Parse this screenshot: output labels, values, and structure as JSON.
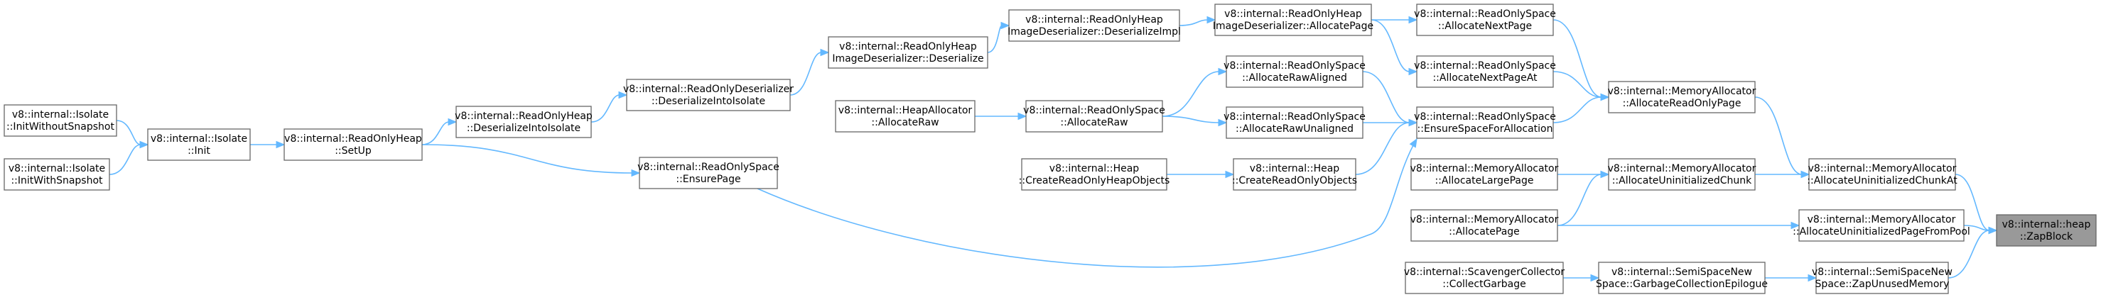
{
  "diagram": {
    "background_color": "#ffffff",
    "node_fill": "#ffffff",
    "focus_fill": "#999999",
    "edge_color": "#63b8ff",
    "nodes": [
      {
        "id": "zap",
        "focus": true,
        "lines": [
          "v8::internal::heap",
          "::ZapBlock"
        ]
      },
      {
        "id": "allocChunkAt",
        "lines": [
          "v8::internal::MemoryAllocator",
          "::AllocateUninitializedChunkAt"
        ]
      },
      {
        "id": "allocFromPool",
        "lines": [
          "v8::internal::MemoryAllocator",
          "::AllocateUninitializedPageFromPool"
        ]
      },
      {
        "id": "zapUnused",
        "lines": [
          "v8::internal::SemiSpaceNew",
          "Space::ZapUnusedMemory"
        ]
      },
      {
        "id": "allocROPage",
        "lines": [
          "v8::internal::MemoryAllocator",
          "::AllocateReadOnlyPage"
        ]
      },
      {
        "id": "allocChunk",
        "lines": [
          "v8::internal::MemoryAllocator",
          "::AllocateUninitializedChunk"
        ]
      },
      {
        "id": "allocPage",
        "lines": [
          "v8::internal::MemoryAllocator",
          "::AllocatePage"
        ]
      },
      {
        "id": "gcEpilogue",
        "lines": [
          "v8::internal::SemiSpaceNew",
          "Space::GarbageCollectionEpilogue"
        ]
      },
      {
        "id": "allocNextPage",
        "lines": [
          "v8::internal::ReadOnlySpace",
          "::AllocateNextPage"
        ]
      },
      {
        "id": "allocNextPageAt",
        "lines": [
          "v8::internal::ReadOnlySpace",
          "::AllocateNextPageAt"
        ]
      },
      {
        "id": "ensureSpace",
        "lines": [
          "v8::internal::ReadOnlySpace",
          "::EnsureSpaceForAllocation"
        ]
      },
      {
        "id": "allocLargePage",
        "lines": [
          "v8::internal::MemoryAllocator",
          "::AllocateLargePage"
        ]
      },
      {
        "id": "collectGarbage",
        "lines": [
          "v8::internal::ScavengerCollector",
          "::CollectGarbage"
        ]
      },
      {
        "id": "deserAllocPage",
        "lines": [
          "v8::internal::ReadOnlyHeap",
          "ImageDeserializer::AllocatePage"
        ]
      },
      {
        "id": "allocRawAligned",
        "lines": [
          "v8::internal::ReadOnlySpace",
          "::AllocateRawAligned"
        ]
      },
      {
        "id": "allocRawUnaligned",
        "lines": [
          "v8::internal::ReadOnlySpace",
          "::AllocateRawUnaligned"
        ]
      },
      {
        "id": "createROObjects",
        "lines": [
          "v8::internal::Heap",
          "::CreateReadOnlyObjects"
        ]
      },
      {
        "id": "deserImpl",
        "lines": [
          "v8::internal::ReadOnlyHeap",
          "ImageDeserializer::DeserializeImpl"
        ]
      },
      {
        "id": "roAllocRaw",
        "lines": [
          "v8::internal::ReadOnlySpace",
          "::AllocateRaw"
        ]
      },
      {
        "id": "heapCreateRO",
        "lines": [
          "v8::internal::Heap",
          "::CreateReadOnlyHeapObjects"
        ]
      },
      {
        "id": "deserialize",
        "lines": [
          "v8::internal::ReadOnlyHeap",
          "ImageDeserializer::Deserialize"
        ]
      },
      {
        "id": "heapAllocRaw",
        "lines": [
          "v8::internal::HeapAllocator",
          "::AllocateRaw"
        ]
      },
      {
        "id": "deserIntoIso",
        "lines": [
          "v8::internal::ReadOnlyDeserializer",
          "::DeserializeIntoIsolate"
        ]
      },
      {
        "id": "ensurePage",
        "lines": [
          "v8::internal::ReadOnlySpace",
          "::EnsurePage"
        ]
      },
      {
        "id": "roHeapDeser",
        "lines": [
          "v8::internal::ReadOnlyHeap",
          "::DeserializeIntoIsolate"
        ]
      },
      {
        "id": "setUp",
        "lines": [
          "v8::internal::ReadOnlyHeap",
          "::SetUp"
        ]
      },
      {
        "id": "isoInit",
        "lines": [
          "v8::internal::Isolate",
          "::Init"
        ]
      },
      {
        "id": "initWithout",
        "lines": [
          "v8::internal::Isolate",
          "::InitWithoutSnapshot"
        ]
      },
      {
        "id": "initWith",
        "lines": [
          "v8::internal::Isolate",
          "::InitWithSnapshot"
        ]
      }
    ],
    "edges": [
      {
        "from": "allocChunkAt",
        "to": "zap"
      },
      {
        "from": "allocFromPool",
        "to": "zap"
      },
      {
        "from": "zapUnused",
        "to": "zap"
      },
      {
        "from": "allocROPage",
        "to": "allocChunkAt"
      },
      {
        "from": "allocChunk",
        "to": "allocChunkAt"
      },
      {
        "from": "allocPage",
        "to": "allocFromPool"
      },
      {
        "from": "gcEpilogue",
        "to": "zapUnused"
      },
      {
        "from": "allocNextPage",
        "to": "allocROPage"
      },
      {
        "from": "allocNextPageAt",
        "to": "allocROPage"
      },
      {
        "from": "ensureSpace",
        "to": "allocROPage"
      },
      {
        "from": "allocLargePage",
        "to": "allocChunk"
      },
      {
        "from": "allocPage",
        "to": "allocChunk"
      },
      {
        "from": "collectGarbage",
        "to": "gcEpilogue"
      },
      {
        "from": "deserAllocPage",
        "to": "allocNextPage"
      },
      {
        "from": "deserAllocPage",
        "to": "allocNextPageAt"
      },
      {
        "from": "allocRawAligned",
        "to": "ensureSpace"
      },
      {
        "from": "allocRawUnaligned",
        "to": "ensureSpace"
      },
      {
        "from": "createROObjects",
        "to": "ensureSpace"
      },
      {
        "from": "ensurePage",
        "to": "ensureSpace"
      },
      {
        "from": "deserImpl",
        "to": "deserAllocPage"
      },
      {
        "from": "roAllocRaw",
        "to": "allocRawAligned"
      },
      {
        "from": "roAllocRaw",
        "to": "allocRawUnaligned"
      },
      {
        "from": "heapCreateRO",
        "to": "createROObjects"
      },
      {
        "from": "deserialize",
        "to": "deserImpl"
      },
      {
        "from": "heapAllocRaw",
        "to": "roAllocRaw"
      },
      {
        "from": "deserIntoIso",
        "to": "deserialize"
      },
      {
        "from": "roHeapDeser",
        "to": "deserIntoIso"
      },
      {
        "from": "setUp",
        "to": "roHeapDeser"
      },
      {
        "from": "setUp",
        "to": "ensurePage"
      },
      {
        "from": "isoInit",
        "to": "setUp"
      },
      {
        "from": "initWithout",
        "to": "isoInit"
      },
      {
        "from": "initWith",
        "to": "isoInit"
      }
    ]
  }
}
